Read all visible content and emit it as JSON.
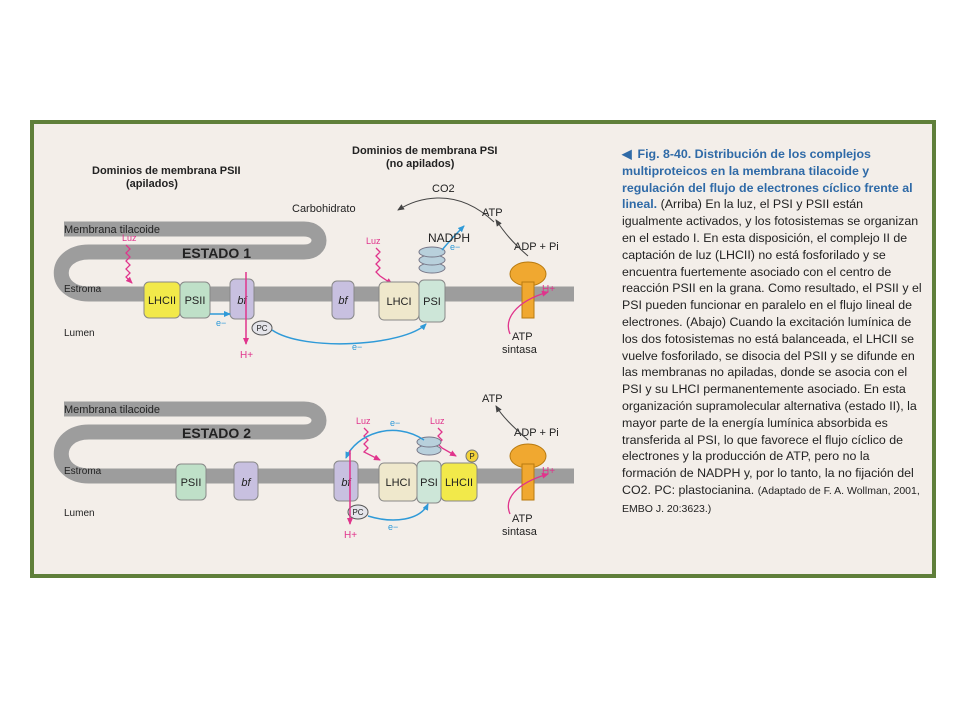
{
  "top": {
    "psii_domains_title": "Dominios de membrana PSII",
    "psii_domains_sub": "(apilados)",
    "psi_domains_title": "Dominios de membrana PSI",
    "psi_domains_sub": "(no apilados)",
    "membrane_label": "Membrana tilacoide",
    "state_title": "ESTADO 1",
    "stroma": "Estroma",
    "lumen": "Lumen",
    "luz_1": "Luz",
    "luz_2": "Luz",
    "lhcii": "LHCII",
    "psii": "PSII",
    "bf_1": "bf",
    "bf_2": "bf",
    "lhci": "LHCI",
    "psi": "PSI",
    "pc": "PC",
    "e_1": "e−",
    "e_2": "e−",
    "e_3": "e−",
    "h_out": "H+",
    "h_in": "H+",
    "co2": "CO2",
    "carbohidrato": "Carbohidrato",
    "nadph": "NADPH",
    "atp": "ATP",
    "adp": "ADP + Pi",
    "atp_sintasa_1": "ATP",
    "atp_sintasa_2": "sintasa"
  },
  "bottom": {
    "membrane_label": "Membrana tilacoide",
    "state_title": "ESTADO 2",
    "stroma": "Estroma",
    "lumen": "Lumen",
    "luz_1": "Luz",
    "luz_2": "Luz",
    "psii": "PSII",
    "bf_1": "bf",
    "bf_2": "bf",
    "lhci": "LHCI",
    "psi": "PSI",
    "lhcii": "LHCII",
    "p": "P",
    "pc": "PC",
    "e_1": "e−",
    "e_2": "e−",
    "h_out": "H+",
    "h_in": "H+",
    "atp": "ATP",
    "adp": "ADP + Pi",
    "atp_sintasa_1": "ATP",
    "atp_sintasa_2": "sintasa"
  },
  "caption": {
    "arrow": "◀",
    "lead": "Fig. 8-40. Distribución de los complejos multiproteicos en la membrana tilacoide y regulación del flujo de electrones cíclico frente al lineal.",
    "body": "(Arriba) En la luz, el PSI y PSII están igualmente activados, y los fotosistemas se organizan en el estado I. En esta disposición, el complejo II de captación de luz (LHCII) no está fosforilado y se encuentra fuertemente asociado con el centro de reacción PSII en la grana. Como resultado, el PSII y el PSI pueden funcionar en paralelo en el flujo lineal de electrones. (Abajo) Cuando la excitación lumínica de los dos fotosistemas no está balanceada, el LHCII se vuelve fosforilado, se disocia del PSII y se difunde en las membranas no apiladas, donde se asocia con el PSI y su LHCI permanentemente asociado. En esta organización supramolecular alternativa (estado II), la mayor parte de la energía lumínica absorbida es transferida al PSI, lo que favorece el flujo cíclico de electrones y la producción de ATP, pero no la formación de NADPH y, por lo tanto, la no fijación del CO2. PC: plastocianina.",
    "source": "(Adaptado de F. A. Wollman, 2001, EMBO J. 20:3623.)"
  },
  "colors": {
    "frame": "#5f7f3a",
    "membrane": "#9d9d9d",
    "lhcii": "#f2e94a",
    "psii": "#bfe0c8",
    "bf": "#c8c0e0",
    "lhci": "#efe8cc",
    "psi": "#cde6d8",
    "arrow_blue": "#2f9ad8",
    "magenta": "#e0348c",
    "atp_synthase": "#f0a830",
    "caption_blue": "#2f6aa7"
  }
}
